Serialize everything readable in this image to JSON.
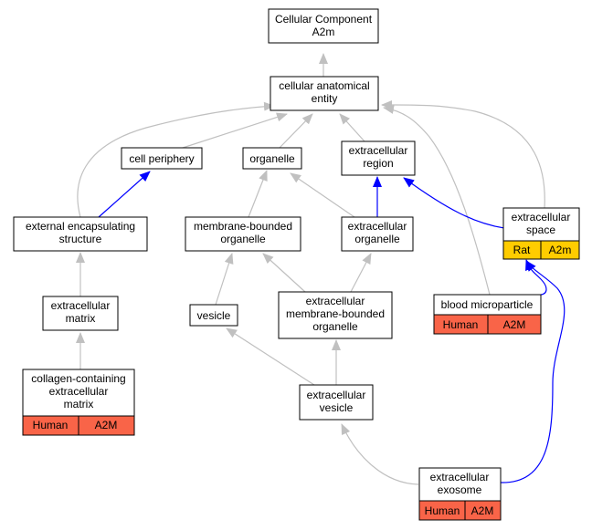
{
  "nodes": {
    "root": {
      "lines": [
        "Cellular Component",
        "A2m"
      ]
    },
    "cae": {
      "lines": [
        "cellular anatomical",
        "entity"
      ]
    },
    "periphery": {
      "lines": [
        "cell periphery"
      ]
    },
    "organelle": {
      "lines": [
        "organelle"
      ]
    },
    "exregion": {
      "lines": [
        "extracellular",
        "region"
      ]
    },
    "ees": {
      "lines": [
        "external encapsulating",
        "structure"
      ]
    },
    "mbo": {
      "lines": [
        "membrane-bounded",
        "organelle"
      ]
    },
    "exorg": {
      "lines": [
        "extracellular",
        "organelle"
      ]
    },
    "exspace": {
      "lines": [
        "extracellular",
        "space"
      ],
      "tags": [
        "Rat",
        "A2m"
      ]
    },
    "exmatrix": {
      "lines": [
        "extracellular",
        "matrix"
      ]
    },
    "vesicle": {
      "lines": [
        "vesicle"
      ]
    },
    "exmbo": {
      "lines": [
        "extracellular",
        "membrane-bounded",
        "organelle"
      ]
    },
    "bloodmp": {
      "lines": [
        "blood microparticle"
      ],
      "tags": [
        "Human",
        "A2M"
      ]
    },
    "collagen": {
      "lines": [
        "collagen-containing",
        "extracellular",
        "matrix"
      ],
      "tags": [
        "Human",
        "A2M"
      ]
    },
    "exvesicle": {
      "lines": [
        "extracellular",
        "vesicle"
      ]
    },
    "exosome": {
      "lines": [
        "extracellular",
        "exosome"
      ],
      "tags": [
        "Human",
        "A2M"
      ]
    }
  },
  "colors": {
    "human_tag": "#f96448",
    "rat_tag": "#ffcc00",
    "gray_edge": "#c0c0c0",
    "blue_edge": "#0000ff",
    "node_border": "#000000"
  }
}
